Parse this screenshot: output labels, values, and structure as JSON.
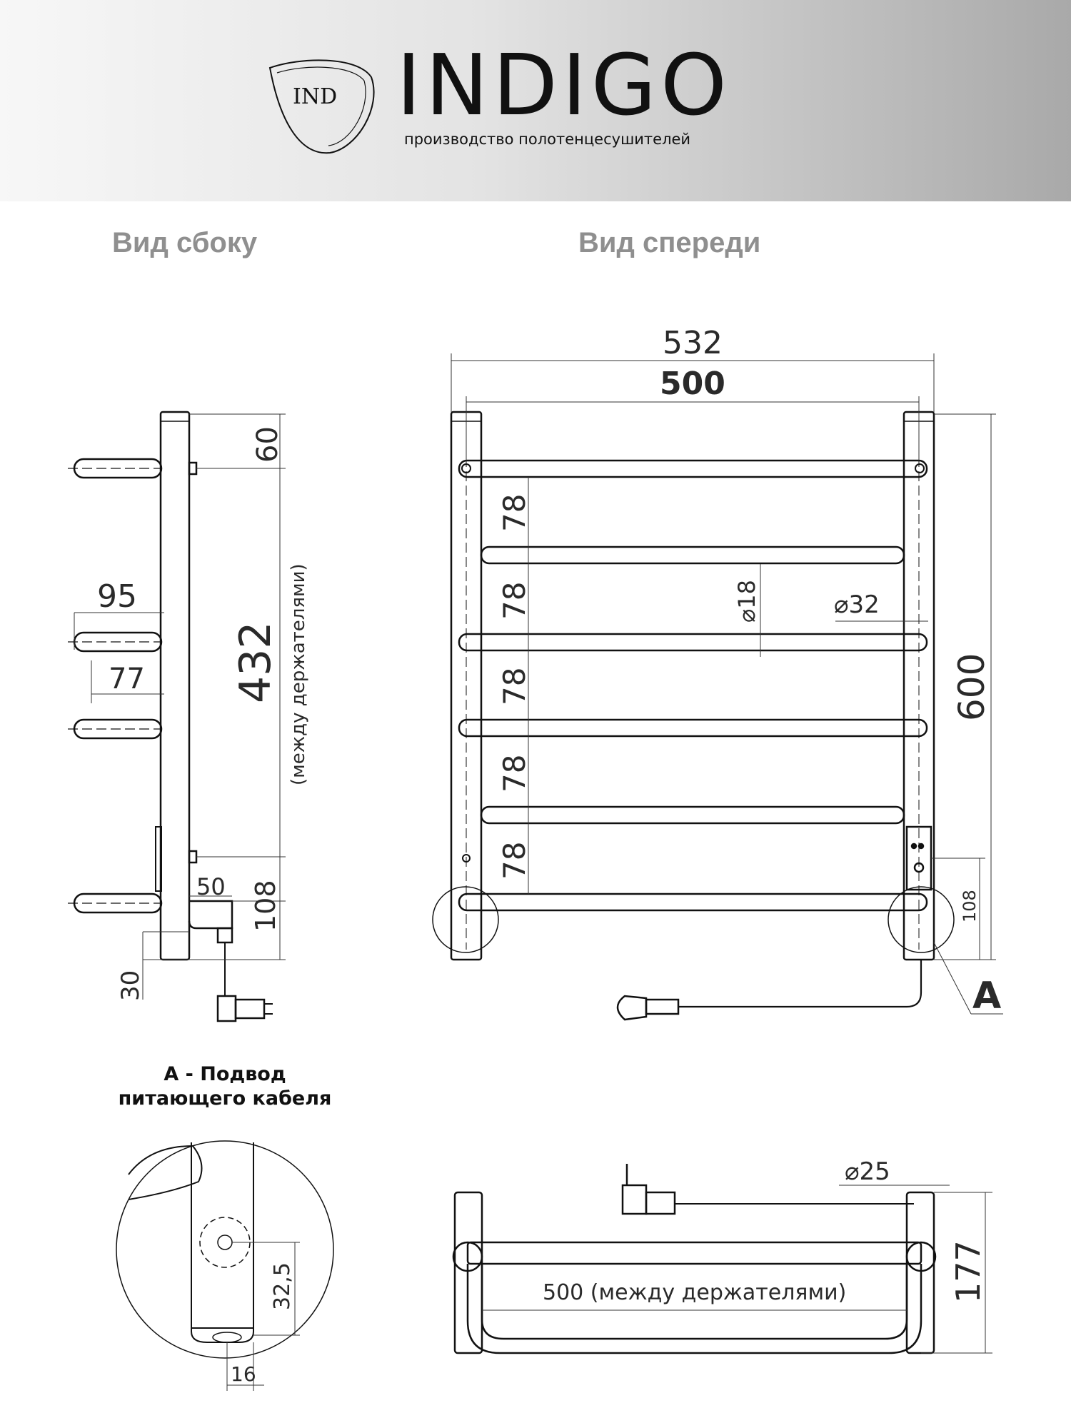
{
  "brand": {
    "logo_text": "IND",
    "name": "INDIGO",
    "tagline": "производство полотенцесушителей"
  },
  "views": {
    "side_title": "Вид сбоку",
    "front_title": "Вид спереди",
    "detail_title_line1": "A - Подвод",
    "detail_title_line2": "питающего кабеля"
  },
  "side_view": {
    "dim_top": "60",
    "dim_depth_outer": "95",
    "dim_depth_inner": "77",
    "dim_between_holders": "432",
    "dim_between_holders_note": "(между держателями)",
    "dim_heater_offset": "50",
    "dim_bottom": "108",
    "dim_cable": "30"
  },
  "front_view": {
    "dim_width_outer": "532",
    "dim_width_holders": "500",
    "dim_step_1": "78",
    "dim_step_2": "78",
    "dim_step_3": "78",
    "dim_step_4": "78",
    "dim_step_5": "78",
    "dim_bar_diameter": "⌀18",
    "dim_post_diameter": "⌀32",
    "dim_height": "600",
    "dim_bottom": "108",
    "callout": "A"
  },
  "detail_view": {
    "dim_offset": "32,5",
    "dim_width": "16"
  },
  "top_view": {
    "dim_diameter": "⌀25",
    "dim_depth": "177",
    "dim_between_holders": "500 (между держателями)"
  }
}
